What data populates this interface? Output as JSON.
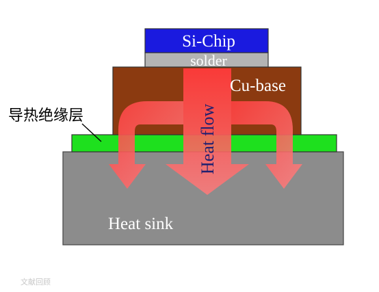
{
  "labels": {
    "chip": "Si-Chip",
    "solder": "solder",
    "cu_base": "Cu-base",
    "insulation": "导热绝缘层",
    "heat_flow": "Heat flow",
    "heat_sink": "Heat sink"
  },
  "watermark": "文献回顾",
  "colors": {
    "chip": "#1a1adf",
    "solder": "#b4b4b4",
    "cu_base": "#8b3a10",
    "insulation": "#1ee01e",
    "heat_sink": "#8c8c8c",
    "arrow": "#ff5050"
  }
}
